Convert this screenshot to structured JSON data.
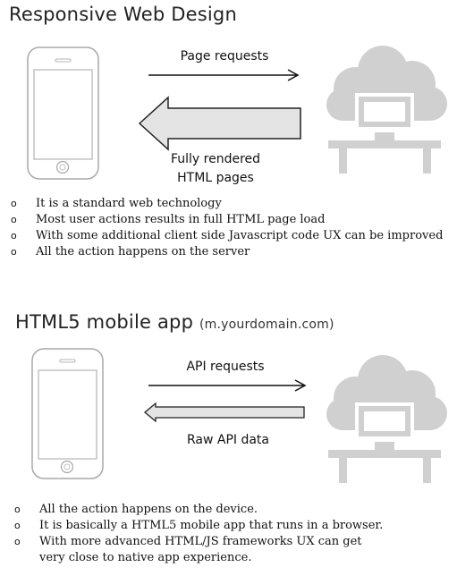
{
  "section1": {
    "title": "Responsive Web Design",
    "top_arrow_label": "Page requests",
    "bottom_arrow_label_line1": "Fully rendered",
    "bottom_arrow_label_line2": "HTML pages",
    "bullets": [
      "It is a standard web technology",
      "Most user actions results in full HTML page load",
      "With some additional client side Javascript code UX can be improved",
      "All the action happens on the server"
    ]
  },
  "section2": {
    "title": "HTML5 mobile app",
    "title_suffix": "(m.yourdomain.com)",
    "top_arrow_label": "API requests",
    "bottom_arrow_label": "Raw API data",
    "bullets": [
      "All the action happens on the device.",
      "It is basically a HTML5 mobile app that runs in a browser.",
      "With more advanced HTML/JS frameworks UX can get very close to native app experience."
    ]
  },
  "bullet_glyph": "o",
  "icons": [
    "phone-icon",
    "cloud-server-icon"
  ],
  "colors": {
    "icon_gray": "#cfcfcf",
    "outline": "#9a9a9a",
    "arrow_gray": "#d9d9d9"
  }
}
